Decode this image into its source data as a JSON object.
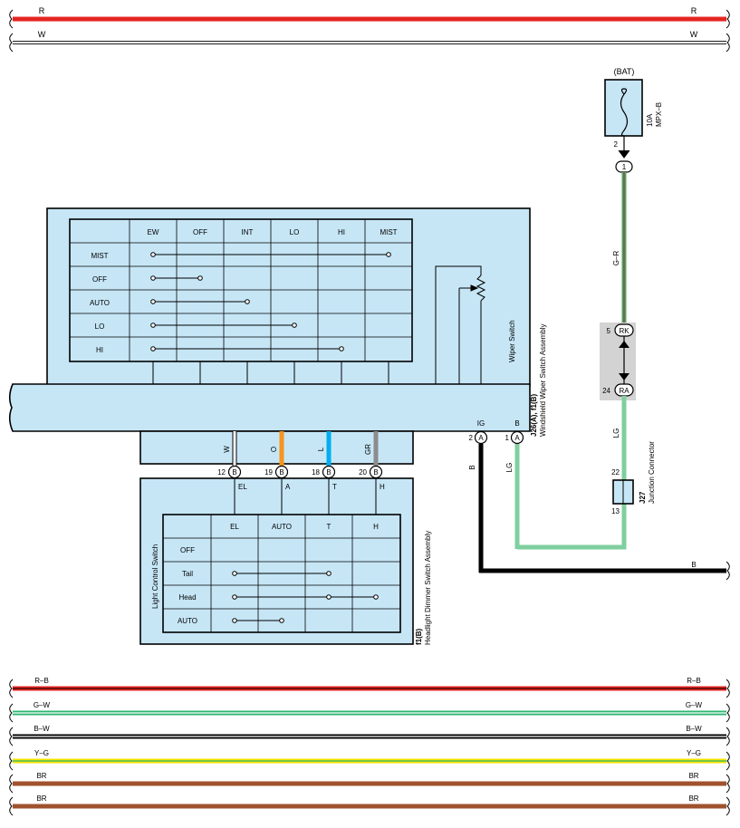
{
  "top_wires": [
    {
      "name": "R",
      "color": "#e52521"
    },
    {
      "name": "W",
      "color": "#ffffff"
    }
  ],
  "bottom_wires": [
    {
      "name": "R–B",
      "c1": "#e52521",
      "c2": "#000000"
    },
    {
      "name": "G–W",
      "c1": "#2bb673",
      "c2": "#ffffff"
    },
    {
      "name": "B–W",
      "c1": "#000000",
      "c2": "#ffffff"
    },
    {
      "name": "Y–G",
      "c1": "#f5e400",
      "c2": "#2bb673"
    },
    {
      "name": "BR",
      "c1": "#a0522d",
      "c2": "#a0522d"
    },
    {
      "name": "BR",
      "c1": "#a0522d",
      "c2": "#a0522d"
    }
  ],
  "fuse": {
    "source": "(BAT)",
    "rating": "10A",
    "name": "MPX–B",
    "pin": "2",
    "connector_pin": "1"
  },
  "wire_gr": "G–R",
  "junction_top": {
    "pin": "5",
    "name": "RK"
  },
  "junction_bottom": {
    "pin": "24",
    "name": "RA"
  },
  "wire_lg": "LG",
  "junction_connector": {
    "pin_top": "22",
    "pin_bottom": "13",
    "code": "J27",
    "name": "Junction Connector"
  },
  "wiper_switch": {
    "label": "Wiper Switch",
    "columns": [
      "EW",
      "OFF",
      "INT",
      "LO",
      "HI",
      "MIST"
    ],
    "rows": [
      "MIST",
      "OFF",
      "AUTO",
      "LO",
      "HI"
    ]
  },
  "wiper_assembly": {
    "code": "J26(A), f1(B)",
    "name": "Windshield Wiper Switch Assembly"
  },
  "wiper_pins": [
    {
      "label": "IG",
      "pin": "2",
      "conn": "A",
      "wire": "B"
    },
    {
      "label": "B",
      "pin": "1",
      "conn": "A",
      "wire": "LG"
    }
  ],
  "headlight_wires": [
    {
      "wire": "W",
      "pin": "12",
      "conn": "B",
      "label": "EL",
      "color": "#ffffff"
    },
    {
      "wire": "O",
      "pin": "19",
      "conn": "B",
      "label": "A",
      "color": "#f7941d"
    },
    {
      "wire": "L",
      "pin": "18",
      "conn": "B",
      "label": "T",
      "color": "#00aeef"
    },
    {
      "wire": "GR",
      "pin": "20",
      "conn": "B",
      "label": "H",
      "color": "#8c8c8c"
    }
  ],
  "light_switch": {
    "label": "Light Control Switch",
    "columns": [
      "EL",
      "AUTO",
      "T",
      "H"
    ],
    "rows": [
      "OFF",
      "Tail",
      "Head",
      "AUTO"
    ]
  },
  "headlight_assembly": {
    "code": "f1(B)",
    "name": "Headlight Dimmer Switch Assembly"
  },
  "ground_wire": "B"
}
